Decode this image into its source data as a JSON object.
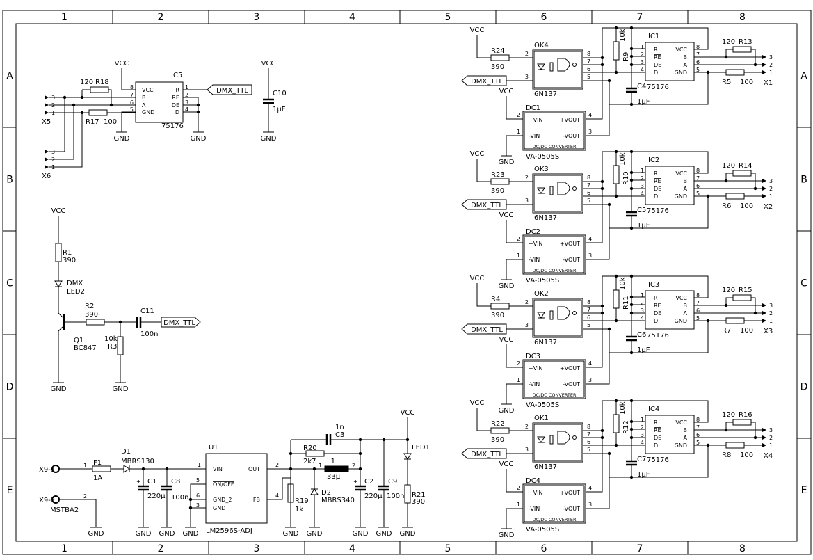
{
  "frame": {
    "columns": [
      "1",
      "2",
      "3",
      "4",
      "5",
      "6",
      "7",
      "8"
    ],
    "rows": [
      "A",
      "B",
      "C",
      "D",
      "E"
    ]
  },
  "ic5": {
    "ref": "IC5",
    "type": "75176",
    "vcc": "VCC",
    "gnd": "GND",
    "left_pins": [
      "VCC",
      "B",
      "A",
      "GND"
    ],
    "left_nums": [
      "8",
      "7",
      "6",
      "5"
    ],
    "right_pins": [
      "R",
      "RE",
      "DE",
      "D"
    ],
    "right_nums": [
      "1",
      "2",
      "3",
      "4"
    ],
    "r18": "R18",
    "r18_val": "120",
    "r17": "R17",
    "r17_val": "100",
    "x5": "X5",
    "x6": "X6",
    "conn_pins": [
      "3",
      "2",
      "1"
    ],
    "dmx": "DMX_TTL",
    "gnd1": "GND",
    "gnd2": "GND"
  },
  "c10": {
    "ref": "C10",
    "val": "1µF",
    "vcc": "VCC",
    "gnd": "GND"
  },
  "led2": {
    "vcc": "VCC",
    "r1": "R1",
    "r1_val": "390",
    "dmx": "DMX",
    "led": "LED2",
    "r2": "R2",
    "r2_val": "390",
    "c11": "C11",
    "c11_val": "100n",
    "dmx_ttl": "DMX_TTL",
    "q1": "Q1",
    "q1_type": "BC847",
    "r3": "R3",
    "r3_val": "10k",
    "gnd1": "GND",
    "gnd2": "GND"
  },
  "psu": {
    "x91": "X9-1",
    "x92": "X9-2",
    "x9_type": "MSTBA2",
    "pin1": "1",
    "pin2": "2",
    "f1": "F1",
    "f1_val": "1A",
    "d1": "D1",
    "d1_type": "MBRS130",
    "c1": "C1",
    "c1_val": "220µ",
    "c8": "C8",
    "c8_val": "100n",
    "u1": "U1",
    "u1_type": "LM2596S-ADJ",
    "u1_pins": [
      "VIN",
      "ON/OFF",
      "GND_2",
      "GND",
      "OUT",
      "FB"
    ],
    "u1_nums": [
      "1",
      "5",
      "6",
      "3",
      "2",
      "4"
    ],
    "r20": "R20",
    "r20_val": "2k7",
    "c3": "C3",
    "c3_val": "1n",
    "l1": "L1",
    "l1_val": "33µ",
    "l1_pins": [
      "1",
      "2"
    ],
    "r19": "R19",
    "r19_val": "1k",
    "d2": "D2",
    "d2_type": "MBRS340",
    "c2": "C2",
    "c2_val": "220µ",
    "c9": "C9",
    "c9_val": "100n",
    "led1": "LED1",
    "r21": "R21",
    "r21_val": "390",
    "vcc": "VCC",
    "gnd": "GND",
    "plus": "+"
  },
  "common": {
    "vcc": "VCC",
    "gnd": "GND",
    "dmx": "DMX_TTL",
    "ok_type": "6N137",
    "dc_type": "VA-0505S",
    "dc_text": "DC/DC CONVERTER",
    "dc_pins": [
      "+VIN",
      "-VIN",
      "+VOUT",
      "-VOUT"
    ],
    "dc_nums": [
      "2",
      "1",
      "4",
      "3"
    ],
    "ic_type": "75176",
    "ic_left": [
      "R",
      "RE",
      "DE",
      "D"
    ],
    "ic_right": [
      "VCC",
      "B",
      "A",
      "GND"
    ],
    "ic_lnums": [
      "1",
      "2",
      "3",
      "4"
    ],
    "ic_rnums": [
      "8",
      "7",
      "6",
      "5"
    ],
    "ok_nums": [
      "2",
      "3",
      "8",
      "7",
      "6",
      "5"
    ],
    "r10k": "10k",
    "rterm": "120",
    "rser": "100",
    "cval": "1µF",
    "xpins": [
      "3",
      "2",
      "1"
    ]
  },
  "channels": [
    {
      "ok": "OK4",
      "r_in": "R24",
      "r_in_val": "390",
      "dc": "DC1",
      "ic": "IC1",
      "r_pu": "R9",
      "c": "C4",
      "r_term": "R13",
      "r_ser": "R5",
      "x": "X1"
    },
    {
      "ok": "OK3",
      "r_in": "R23",
      "r_in_val": "390",
      "dc": "DC2",
      "ic": "IC2",
      "r_pu": "R10",
      "c": "C5",
      "r_term": "R14",
      "r_ser": "R6",
      "x": "X2"
    },
    {
      "ok": "OK2",
      "r_in": "R4",
      "r_in_val": "390",
      "dc": "DC3",
      "ic": "IC3",
      "r_pu": "R11",
      "c": "C6",
      "r_term": "R15",
      "r_ser": "R7",
      "x": "X3"
    },
    {
      "ok": "OK1",
      "r_in": "R22",
      "r_in_val": "390",
      "dc": "DC4",
      "ic": "IC4",
      "r_pu": "R12",
      "c": "C7",
      "r_term": "R16",
      "r_ser": "R8",
      "x": "X4"
    }
  ]
}
